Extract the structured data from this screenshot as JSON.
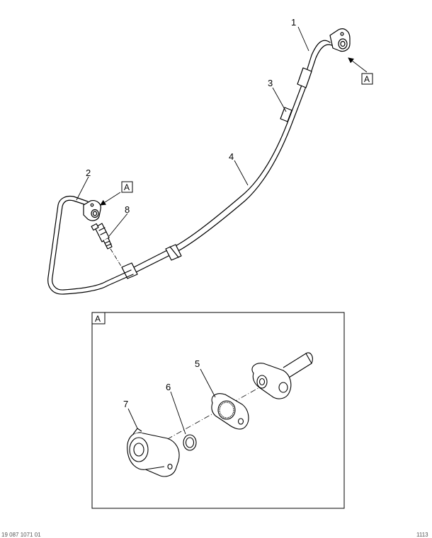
{
  "callouts": {
    "c1": "1",
    "c2": "2",
    "c3": "3",
    "c4": "4",
    "c5": "5",
    "c6": "6",
    "c7": "7",
    "c8": "8"
  },
  "view_labels": {
    "top_right": "A",
    "left": "A",
    "detail": "A"
  },
  "footer": {
    "left_code": "19 087 1071 01",
    "right_code": "1113"
  }
}
